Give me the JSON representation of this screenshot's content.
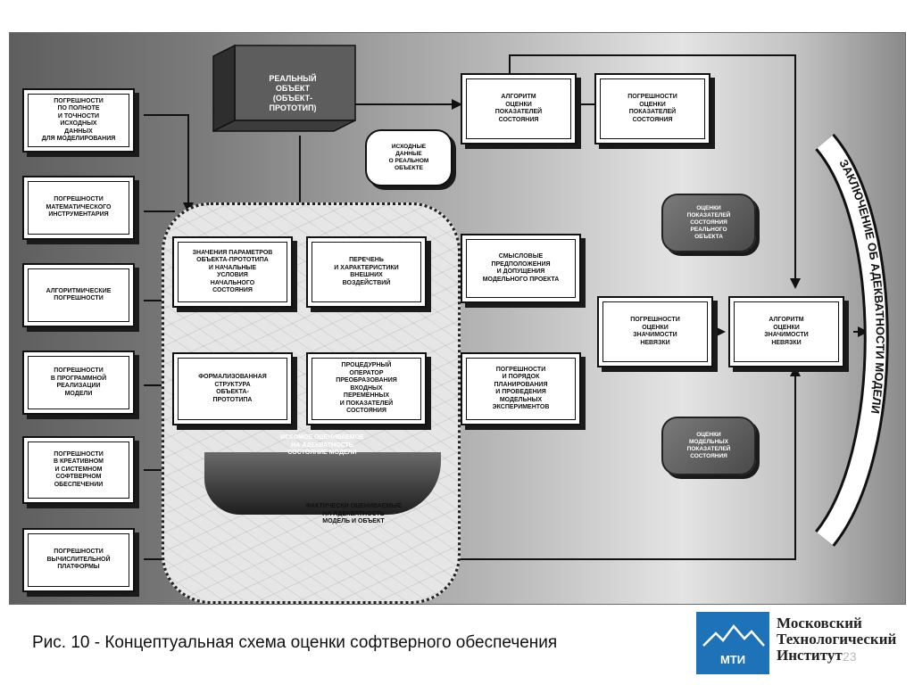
{
  "diagram": {
    "real_object": "РЕАЛЬНЫЙ\nОБЪЕКТ\n(ОБЪЕКТ-\nПРОТОТИП)",
    "left_boxes": [
      "ПОГРЕШНОСТИ\nПО ПОЛНОТЕ\nИ ТОЧНОСТИ\nИСХОДНЫХ\nДАННЫХ\nДЛЯ МОДЕЛИРОВАНИЯ",
      "ПОГРЕШНОСТИ\nМАТЕМАТИЧЕСКОГО\nИНСТРУМЕНТАРИЯ",
      "АЛГОРИТМИЧЕСКИЕ\nПОГРЕШНОСТИ",
      "ПОГРЕШНОСТИ\nВ ПРОГРАММНОЙ\nРЕАЛИЗАЦИИ\nМОДЕЛИ",
      "ПОГРЕШНОСТИ\nВ КРЕАТИВНОМ\nИ СИСТЕМНОМ\nСОФТВЕРНОМ\nОБЕСПЕЧЕНИИ",
      "ПОГРЕШНОСТИ\nВЫЧИСЛИТЕЛЬНОЙ\nПЛАТФОРМЫ"
    ],
    "top_right_boxes": [
      "АЛГОРИТМ\nОЦЕНКИ\nПОКАЗАТЕЛЕЙ\nСОСТОЯНИЯ",
      "ПОГРЕШНОСТИ\nОЦЕНКИ\nПОКАЗАТЕЛЕЙ\nСОСТОЯНИЯ"
    ],
    "callout_source": "ИСХОДНЫЕ\nДАННЫЕ\nО РЕАЛЬНОМ\nОБЪЕКТЕ",
    "inner_boxes": [
      "ЗНАЧЕНИЯ ПАРАМЕТРОВ\nОБЪЕКТА-ПРОТОТИПА\nИ НАЧАЛЬНЫЕ\nУСЛОВИЯ\nНАЧАЛЬНОГО\nСОСТОЯНИЯ",
      "ПЕРЕЧЕНЬ\nИ ХАРАКТЕРИСТИКИ\nВНЕШНИХ\nВОЗДЕЙСТВИЙ",
      "ФОРМАЛИЗОВАННАЯ\nСТРУКТУРА\nОБЪЕКТА-\nПРОТОТИПА",
      "ПРОЦЕДУРНЫЙ\nОПЕРАТОР\nПРЕОБРАЗОВАНИЯ\nВХОДНЫХ\nПЕРЕМЕННЫХ\nИ ПОКАЗАТЕЛЕЙ\nСОСТОЯНИЯ"
    ],
    "middle_boxes": [
      "СМЫСЛОВЫЕ\nПРЕДПОЛОЖЕНИЯ\nИ ДОПУЩЕНИЯ\nМОДЕЛЬНОГО ПРОЕКТА",
      "ПОГРЕШНОСТИ\nИ ПОРЯДОК\nПЛАНИРОВАНИЯ\nИ ПРОВЕДЕНИЯ\nМОДЕЛЬНЫХ\nЭКСПЕРИМЕНТОВ"
    ],
    "right_boxes": [
      "ПОГРЕШНОСТИ\nОЦЕНКИ\nЗНАЧИМОСТИ\nНЕВЯЗКИ",
      "АЛГОРИТМ\nОЦЕНКИ\nЗНАЧИМОСТИ\nНЕВЯЗКИ"
    ],
    "callout_real": "ОЦЕНКИ\nПОКАЗАТЕЛЕЙ\nСОСТОЯНИЯ\nРЕАЛЬНОГО\nОБЪЕКТА",
    "callout_model": "ОЦЕНКИ\nМОДЕЛЬНЫХ\nПОКАЗАТЕЛЕЙ\nСОСТОЯНИЯ",
    "dark_label": "ИСКОМОЕ ОЦЕНИВАЕМОЕ\nНА АДЕКВАТНОСТЬ\nСОСТОЯНИЕ МОДЕЛИ",
    "actual_label": "ФАКТИЧЕСКИ ОЦЕНИВАЕМЫЕ\nНА АДЕКВАТНОСТЬ\nМОДЕЛЬ И ОБЪЕКТ",
    "conclusion": "ЗАКЛЮЧЕНИЕ ОБ АДЕКВАТНОСТИ МОДЕЛИ"
  },
  "caption": "Рис. 10 - Концептуальная схема оценки софтверного обеспечения",
  "logo": {
    "abbr": "МТИ",
    "color": "#1e73b8"
  },
  "institute": {
    "line1": "Московский",
    "line2": "Технологический",
    "line3": "Институт"
  },
  "page_number": "23"
}
